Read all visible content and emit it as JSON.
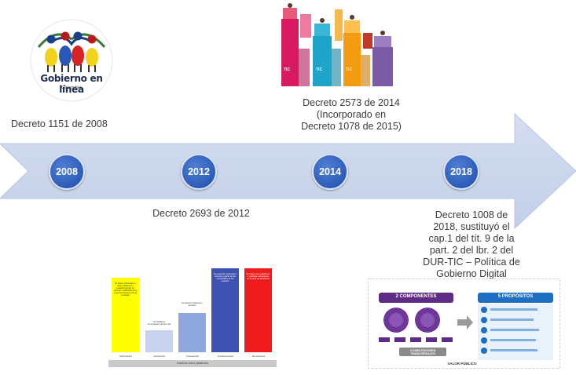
{
  "years": [
    "2008",
    "2012",
    "2014",
    "2018"
  ],
  "captions": {
    "d2008": "Decreto 1151 de 2008",
    "d2012": "Decreto 2693 de 2012",
    "d2014": [
      "Decreto 2573 de 2014",
      "(Incorporado en",
      "Decreto 1078 de 2015)"
    ],
    "d2018": [
      "Decreto 1008 de",
      "2018, sustituyó el",
      "cap.1 del tít. 9 de la",
      "part. 2 del lbr. 2 del",
      "DUR-TIC – Política de",
      "Gobierno Digital"
    ]
  },
  "logo": {
    "title": "Gobierno en línea",
    "country": "Colombia"
  },
  "tic_labels": [
    "TIC",
    "TIC",
    "TIC"
  ],
  "chart_2012": {
    "bars": [
      {
        "label": "Información",
        "text": "Se ofrece información y datos públicos en establecimientos en formato modificable para el aprovechamiento de la sociedad",
        "color": "#ffff00"
      },
      {
        "label": "Interacción",
        "text": "Se habilita la comunicación de dos vías",
        "color": "#c7d2ee"
      },
      {
        "label": "Transacción",
        "text": "Se ofrecen productos y servicios",
        "color": "#8ea7dd"
      },
      {
        "label": "Transformación",
        "text": "Se presentan productos y servicios a partir de las necesidades de los usuarios",
        "color": "#3f52b3"
      },
      {
        "label": "Democracia",
        "text": "Se invita a los ciudadanos a participar activamente en la toma de decisiones",
        "color": "#ee1c1c"
      }
    ],
    "footer": "Gobierno como plataforma"
  },
  "panel_2018": {
    "components_title": "2 COMPONENTES",
    "purposes_title": "5 PROPÓSITOS",
    "enablers": "3 HABILITADORES TRANSVERSALES",
    "footer": "VALOR PÚBLICO"
  }
}
